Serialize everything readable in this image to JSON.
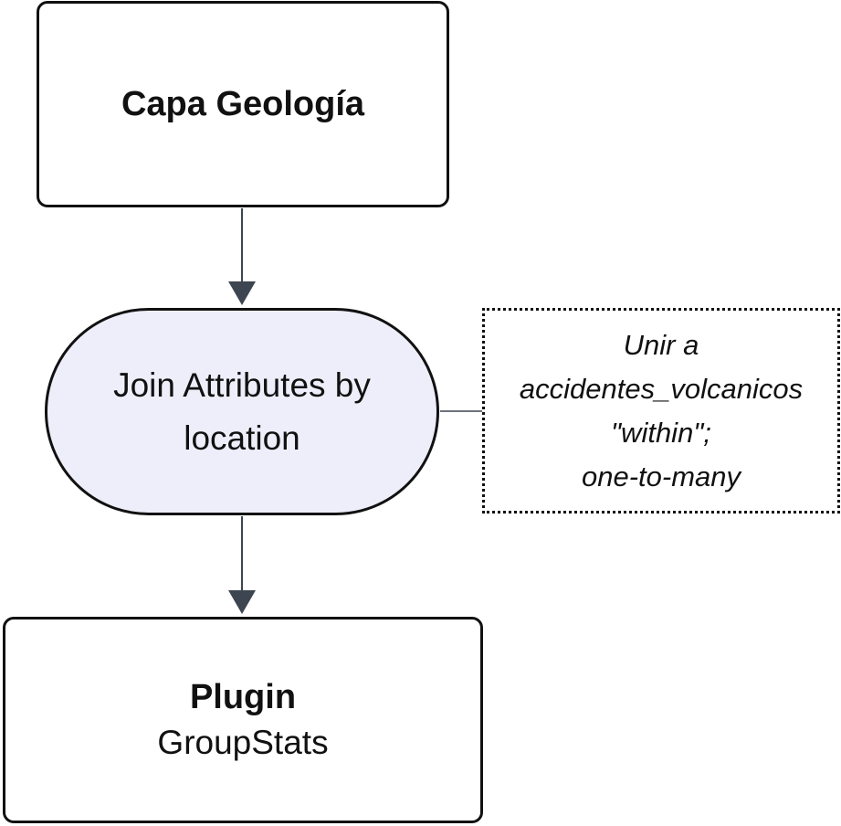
{
  "nodes": {
    "source": {
      "title": "Capa Geología"
    },
    "process": {
      "label_line1": "Join Attributes by",
      "label_line2": "location"
    },
    "output": {
      "title": "Plugin",
      "subtitle": "GroupStats"
    }
  },
  "annotation": {
    "lines": [
      "Unir a",
      "accidentes_volcanicos",
      "\"within\";",
      "one-to-many"
    ]
  },
  "colors": {
    "stroke": "#111111",
    "arrow": "#3d4550",
    "process_fill": "#eeeefb"
  }
}
